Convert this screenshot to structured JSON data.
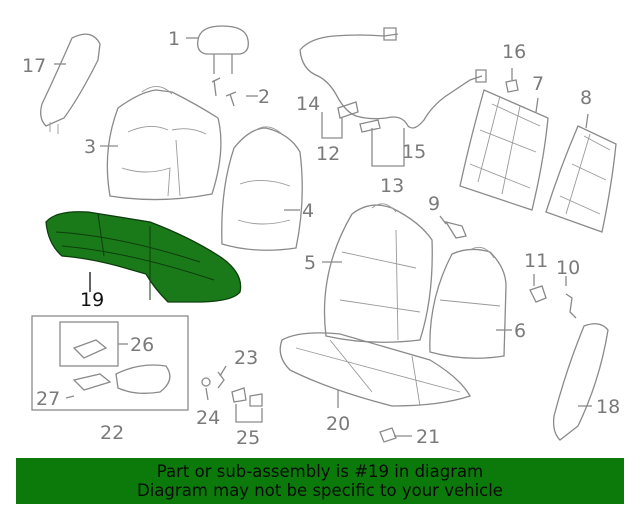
{
  "diagram": {
    "highlighted_part": "19",
    "colors": {
      "highlight": "#1a7a1a",
      "line": "#8a8a8a",
      "banner": "#0b7a0b"
    },
    "callouts": [
      "1",
      "2",
      "3",
      "4",
      "5",
      "6",
      "7",
      "8",
      "9",
      "10",
      "11",
      "12",
      "13",
      "14",
      "15",
      "16",
      "17",
      "18",
      "19",
      "20",
      "21",
      "22",
      "23",
      "24",
      "25",
      "26",
      "27"
    ]
  },
  "footer": {
    "line1": "Part or sub-assembly is #19 in diagram",
    "line2": "Diagram may not be specific to your vehicle"
  }
}
